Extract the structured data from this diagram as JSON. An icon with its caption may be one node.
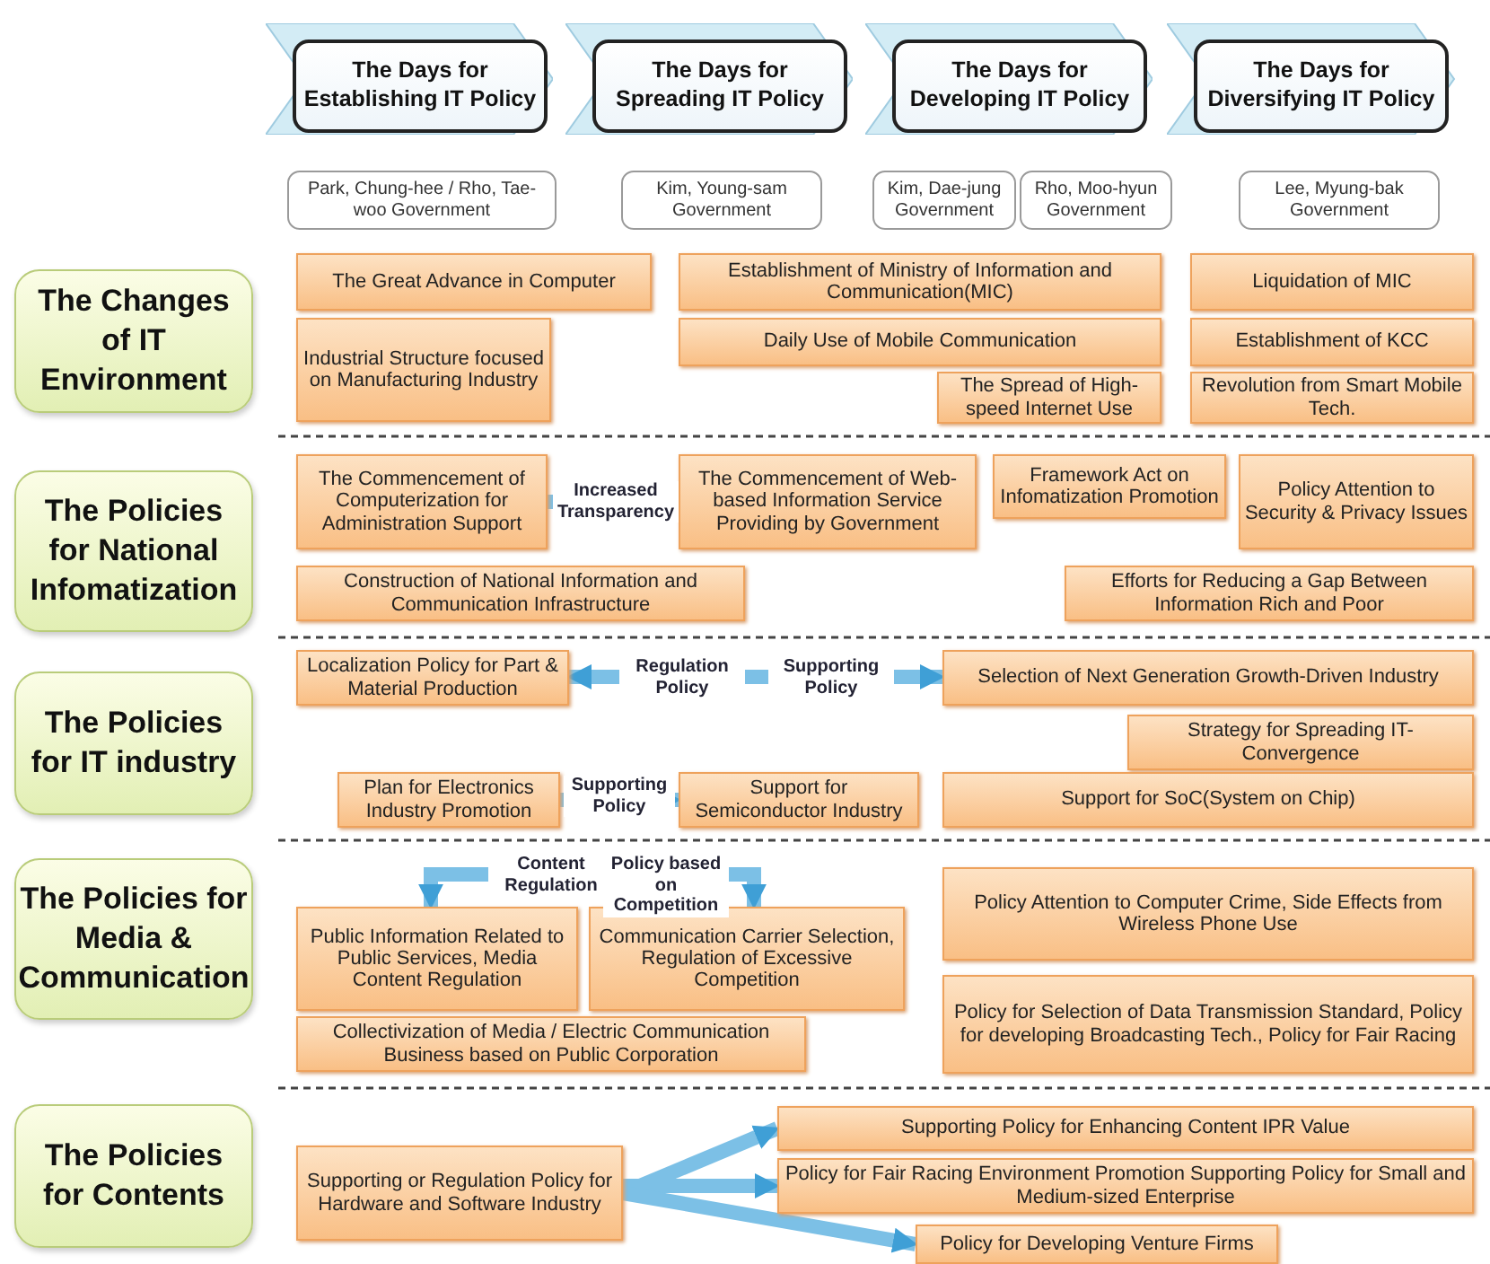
{
  "diagram": {
    "nodes": [
      {
        "text": [
          "The Days for Establishing IT Policy"
        ]
      },
      {
        "text": [
          "The Days for Spreading IT Policy"
        ]
      },
      {
        "text": [
          "The Days for Developing IT Policy"
        ]
      },
      {
        "text": [
          "The Days for Diversifying IT Policy"
        ]
      },
      {
        "text": [
          "Park, Chung-hee / Rho, Tae-woo Government"
        ]
      },
      {
        "text": [
          "Kim, Young-sam Government"
        ]
      },
      {
        "text": [
          "Kim, Dae-jung Government"
        ]
      },
      {
        "text": [
          "Rho, Moo-hyun Government"
        ]
      },
      {
        "text": [
          "Lee, Myung-bak Government"
        ]
      },
      {
        "text": [
          "The Changes of IT Environment"
        ]
      },
      {
        "text": [
          "The Great Advance in Computer"
        ]
      },
      {
        "text": [
          "Industrial Structure focused on Manufacturing Industry"
        ]
      },
      {
        "text": [
          "Establishment of Ministry of Information and Communication(MIC)"
        ]
      },
      {
        "text": [
          "Liquidation of MIC"
        ]
      },
      {
        "text": [
          "Daily Use of Mobile Communication"
        ]
      },
      {
        "text": [
          "Establishment of KCC"
        ]
      },
      {
        "text": [
          "The Spread of High-speed Internet Use"
        ]
      },
      {
        "text": [
          "Revolution from Smart Mobile Tech."
        ]
      },
      {
        "text": [
          "The Policies for National Infomatization"
        ]
      },
      {
        "text": [
          "The Commencement of Computerization for Administration Support"
        ]
      },
      {
        "text": [
          "The Commencement of Web-based Information Service Providing by Government"
        ]
      },
      {
        "text": [
          "Framework Act on Infomatization Promotion"
        ]
      },
      {
        "text": [
          "Policy Attention to Security & Privacy Issues"
        ]
      },
      {
        "text": [
          "Construction of National Information and Communication Infrastructure"
        ]
      },
      {
        "text": [
          "Efforts for Reducing a Gap Between Information Rich and Poor"
        ]
      },
      {
        "text": [
          "The Policies for IT industry"
        ]
      },
      {
        "text": [
          "Localization Policy for Part & Material Production"
        ]
      },
      {
        "text": [
          "Selection of Next Generation Growth-Driven Industry"
        ]
      },
      {
        "text": [
          "Strategy for Spreading IT-Convergence"
        ]
      },
      {
        "text": [
          "Plan for Electronics Industry Promotion"
        ]
      },
      {
        "text": [
          "Support for Semiconductor Industry"
        ]
      },
      {
        "text": [
          "Support for SoC(System on Chip)"
        ]
      },
      {
        "text": [
          "The Policies for Media & Communication"
        ]
      },
      {
        "text": [
          "Policy Attention to Computer Crime, Side Effects from Wireless Phone Use"
        ]
      },
      {
        "text": [
          "Public Information Related to Public Services, Media Content Regulation"
        ]
      },
      {
        "text": [
          "Communication Carrier Selection, Regulation of Excessive Competition"
        ]
      },
      {
        "text": [
          "Policy for Selection of Data Transmission Standard, Policy for developing Broadcasting Tech., Policy for Fair Racing"
        ]
      },
      {
        "text": [
          "Collectivization of Media / Electric Communication Business based on Public Corporation"
        ]
      },
      {
        "text": [
          "The Policies for Contents"
        ]
      },
      {
        "text": [
          "Supporting or Regulation Policy for Hardware and Software Industry"
        ]
      },
      {
        "text": [
          "Supporting Policy for Enhancing Content IPR Value"
        ]
      },
      {
        "text": [
          "Policy for Fair Racing Environment Promotion Supporting Policy for Small and Medium-sized Enterprise"
        ]
      },
      {
        "text": [
          "Policy for Developing Venture Firms"
        ]
      }
    ],
    "edges": [
      {
        "from": 19,
        "to": 20,
        "arrow": "to",
        "label": "Increased Transparency"
      },
      {
        "from": null,
        "to": 26,
        "arrow": "to",
        "label": "Regulation Policy"
      },
      {
        "from": null,
        "to": 27,
        "arrow": "to",
        "label": "Supporting Policy"
      },
      {
        "from": 29,
        "to": 30,
        "arrow": "to",
        "label": "Supporting Policy"
      },
      {
        "from": null,
        "to": 34,
        "arrow": "to",
        "label": "Content Regulation"
      },
      {
        "from": null,
        "to": 35,
        "arrow": "to",
        "label": "Policy based on Competition"
      },
      {
        "from": 39,
        "to": 40,
        "arrow": "to"
      },
      {
        "from": 39,
        "to": 41,
        "arrow": "to"
      },
      {
        "from": 39,
        "to": 42,
        "arrow": "to"
      }
    ]
  }
}
